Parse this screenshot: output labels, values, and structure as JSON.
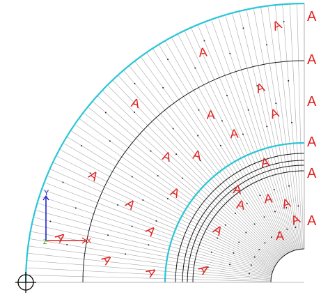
{
  "viewport": {
    "description_labels": {
      "axis_x": "X",
      "axis_y": "Y",
      "axis_z": "Z"
    },
    "symbol_text": "A",
    "colors": {
      "background": "#ffffff",
      "cyan_arc": "#28c6d6",
      "dark_arc": "#1a1a1a",
      "grid": "#a8a8a8",
      "symbol": "#e02020",
      "axis_x": "#e02020",
      "axis_y": "#1010d0",
      "axis_z": "#10a010",
      "origin": "#000000"
    },
    "icons": {
      "origin_marker": "crosshair-circle-icon",
      "ucs_axes": "ucs-axes-icon"
    }
  }
}
